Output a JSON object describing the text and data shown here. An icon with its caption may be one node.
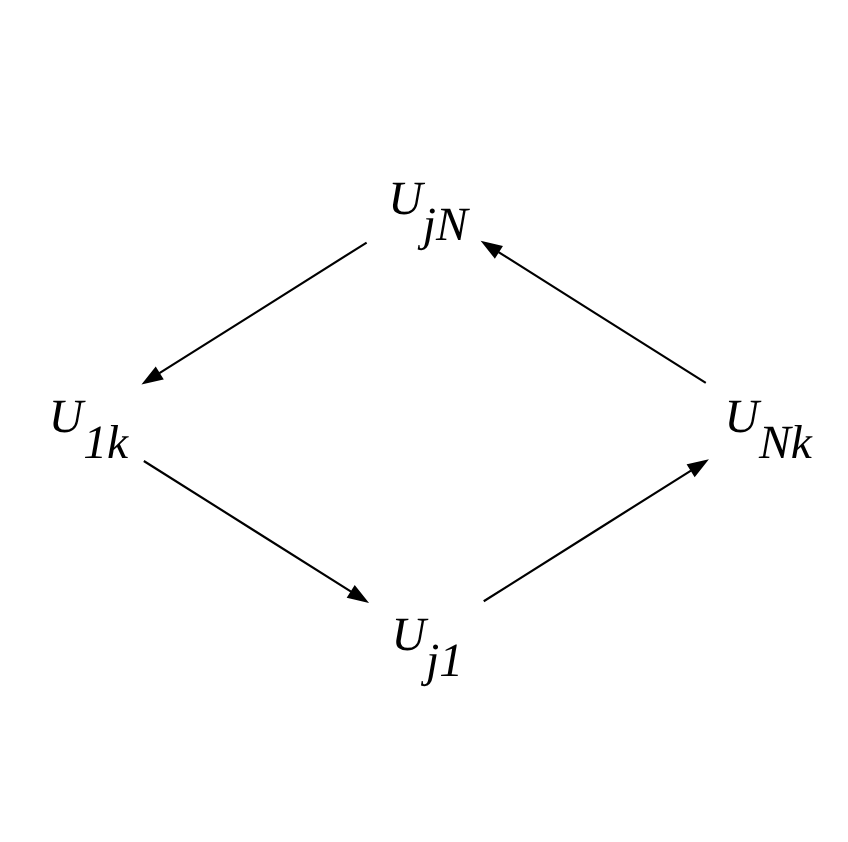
{
  "diagram": {
    "nodes": [
      {
        "text": [
          "U$_{jN}$"
        ]
      },
      {
        "text": [
          "U$_{1k}$"
        ]
      },
      {
        "text": [
          "U$_{j1}$"
        ]
      },
      {
        "text": [
          "U$_{Nk}$"
        ]
      }
    ],
    "edges": [
      {
        "from": 0,
        "to": 1,
        "arrow": "to"
      },
      {
        "from": 1,
        "to": 2,
        "arrow": "to"
      },
      {
        "from": 2,
        "to": 3,
        "arrow": "to"
      },
      {
        "from": 3,
        "to": 0,
        "arrow": "to"
      }
    ]
  }
}
